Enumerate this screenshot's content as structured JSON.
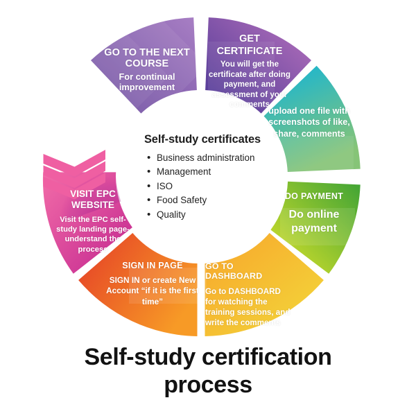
{
  "page": {
    "title_line1": "Self-study certification",
    "title_line2": "process",
    "background": "#ffffff"
  },
  "center": {
    "heading": "Self-study certificates",
    "items": [
      "Business administration",
      "Management",
      "ISO",
      "Food Safety",
      "Quality"
    ]
  },
  "wheel": {
    "segments": [
      {
        "id": "visit-epc-website",
        "title": "VISIT EPC WEBSITE",
        "title_line1": "VISIT EPC",
        "title_line2": "WEBSITE",
        "body": "Visit the EPC self-study landing page- understand the process",
        "color_start": "#f05fa0",
        "color_end": "#c2268f"
      },
      {
        "id": "sign-in-page",
        "title": "SIGN IN PAGE",
        "body": "SIGN IN or create New Account “if it is the first time”",
        "color_start": "#e8402a",
        "color_end": "#f59324"
      },
      {
        "id": "go-to-dashboard",
        "title": "GO TO DASHBOARD",
        "body": "Go to DASHBOARD for watching the training sessions, and write the comments",
        "color_start": "#f9a32a",
        "color_end": "#f2d23a"
      },
      {
        "id": "do-payment",
        "title": "DO PAYMENT",
        "body": "Do online payment",
        "color_start": "#d6e02a",
        "color_end": "#4aa832"
      },
      {
        "id": "upload-file",
        "title": "",
        "body": "upload one file with screenshots of like, share, comments",
        "color_start": "#17b6d8",
        "color_end": "#7ec27a"
      },
      {
        "id": "get-certificate",
        "title": "GET CERTIFICATE",
        "title_line1": "GET",
        "title_line2": "CERTIFICATE",
        "body": "You will get the certificate after doing payment, and assessment of your comments",
        "color_start": "#4e3a96",
        "color_end": "#b46dba"
      },
      {
        "id": "go-to-next-course",
        "title": "GO TO THE NEXT COURSE",
        "title_line1": "GO TO THE NEXT",
        "title_line2": "COURSE",
        "body": "For continual improvement",
        "color_start": "#7a55a8",
        "color_end": "#9f7bc0"
      }
    ],
    "chevron_color": "#ef5fa2"
  }
}
